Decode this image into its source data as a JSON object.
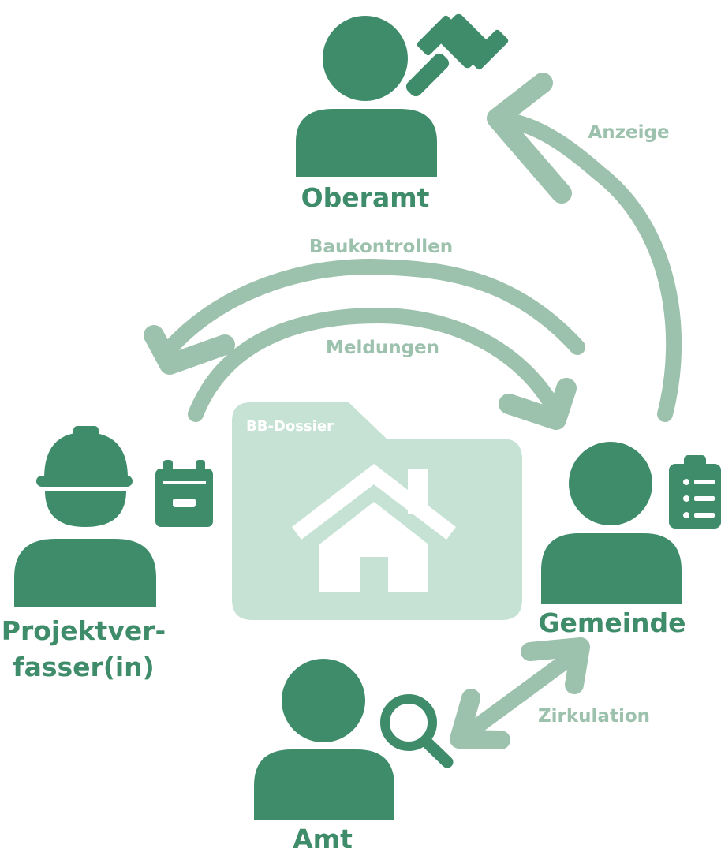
{
  "colors": {
    "primary": "#3f8c6b",
    "arrow": "#9cc1ac",
    "folder": "#c6e2d5",
    "white": "#ffffff"
  },
  "folder": {
    "label": "BB-Dossier",
    "icon": "house-icon"
  },
  "actors": {
    "oberamt": {
      "label": "Oberamt",
      "icon": "gavel-icon"
    },
    "projektverfasser": {
      "label_line1": "Projektver-",
      "label_line2": "fasser(in)",
      "icon": "calendar-icon"
    },
    "gemeinde": {
      "label": "Gemeinde",
      "icon": "clipboard-icon"
    },
    "amt": {
      "label": "Amt",
      "icon": "magnifier-icon"
    }
  },
  "flows": {
    "anzeige": "Anzeige",
    "baukontrollen": "Baukontrollen",
    "meldungen": "Meldungen",
    "zirkulation": "Zirkulation"
  }
}
